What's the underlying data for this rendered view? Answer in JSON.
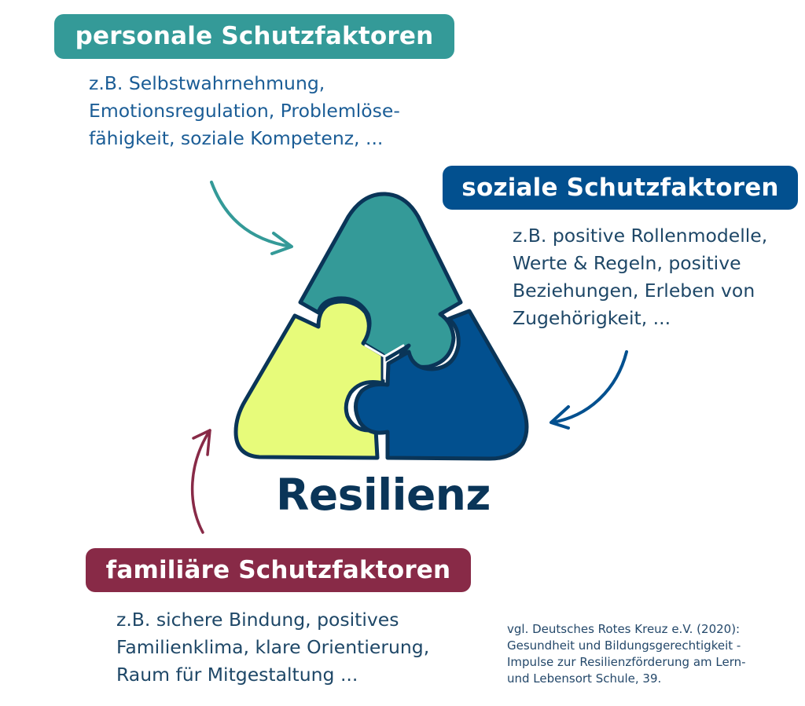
{
  "title": "Resilienz",
  "factors": {
    "personal": {
      "label": "personale Schutzfaktoren",
      "color": "#349a98",
      "lines": [
        "z.B. Selbstwahrnehmung,",
        "Emotionsregulation,  Problemlöse-",
        "fähigkeit, soziale Kompetenz, ..."
      ]
    },
    "social": {
      "label": "soziale Schutzfaktoren",
      "color": "#02508f",
      "lines": [
        "z.B. positive Rollenmodelle,",
        "Werte & Regeln, positive",
        "Beziehungen, Erleben von",
        "Zugehörigkeit, ..."
      ]
    },
    "family": {
      "label": "familiäre Schutzfaktoren",
      "color": "#882a47",
      "lines": [
        "z.B. sichere Bindung, positives",
        "Familienklima, klare Orientierung,",
        "Raum für Mitgestaltung ..."
      ]
    }
  },
  "puzzle": {
    "pieces": [
      {
        "name": "personal-piece",
        "color": "#349a98"
      },
      {
        "name": "social-piece",
        "color": "#02508f"
      },
      {
        "name": "family-piece",
        "color": "#e7fb7a"
      }
    ],
    "outline_color": "#0a3558"
  },
  "citation": {
    "lines": [
      "vgl. Deutsches Rotes Kreuz e.V. (2020):",
      "Gesundheit und Bildungsgerechtigkeit -",
      "Impulse zur Resilienzförderung am Lern-",
      "und Lebensort Schule, 39."
    ]
  },
  "arrows": [
    {
      "name": "arrow-personal-icon",
      "color": "#349a98"
    },
    {
      "name": "arrow-social-icon",
      "color": "#02508f"
    },
    {
      "name": "arrow-family-icon",
      "color": "#882a47"
    }
  ]
}
